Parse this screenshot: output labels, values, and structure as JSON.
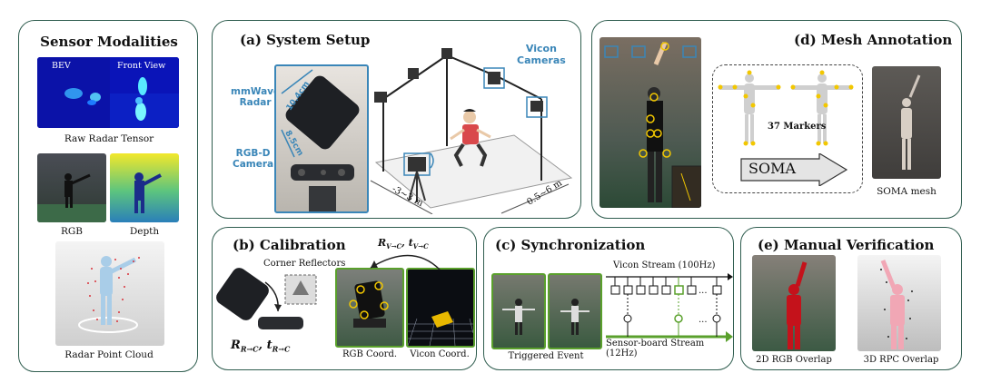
{
  "sensor": {
    "title": "Sensor Modalities",
    "bev": "BEV",
    "front_view": "Front View",
    "raw_caption": "Raw Radar Tensor",
    "rgb_caption": "RGB",
    "depth_caption": "Depth",
    "pc_caption": "Radar Point Cloud"
  },
  "setup": {
    "title": "(a) System Setup",
    "mmwave": "mmWave\nRadar",
    "rgbd": "RGB-D\nCamera",
    "vicon": "Vicon\nCameras",
    "dim1": "10.4cm",
    "dim2": "8.5cm",
    "range1": "-3~3 m",
    "range2": "0.5~6 m"
  },
  "calib": {
    "title": "(b) Calibration",
    "corner": "Corner Reflectors",
    "rr": "R",
    "eq_left": "R",
    "rgb_coord": "RGB Coord.",
    "vicon_coord": "Vicon Coord."
  },
  "sync": {
    "title": "(c) Synchronization",
    "vicon_stream": "Vicon Stream (100Hz)",
    "sensor_stream": "Sensor-board Stream (12Hz)",
    "triggered": "Triggered Event",
    "dots": "..."
  },
  "mesh": {
    "title": "(d) Mesh Annotation",
    "markers": "37 Markers",
    "soma": "SOMA",
    "soma_mesh": "SOMA mesh"
  },
  "verify": {
    "title": "(e) Manual Verification",
    "rgb_overlap": "2D RGB Overlap",
    "rpc_overlap": "3D RPC Overlap"
  },
  "colors": {
    "border": "#2f5d4f",
    "blue": "#3a86b8",
    "green": "#5aa02c",
    "marker": "#f2c700"
  }
}
